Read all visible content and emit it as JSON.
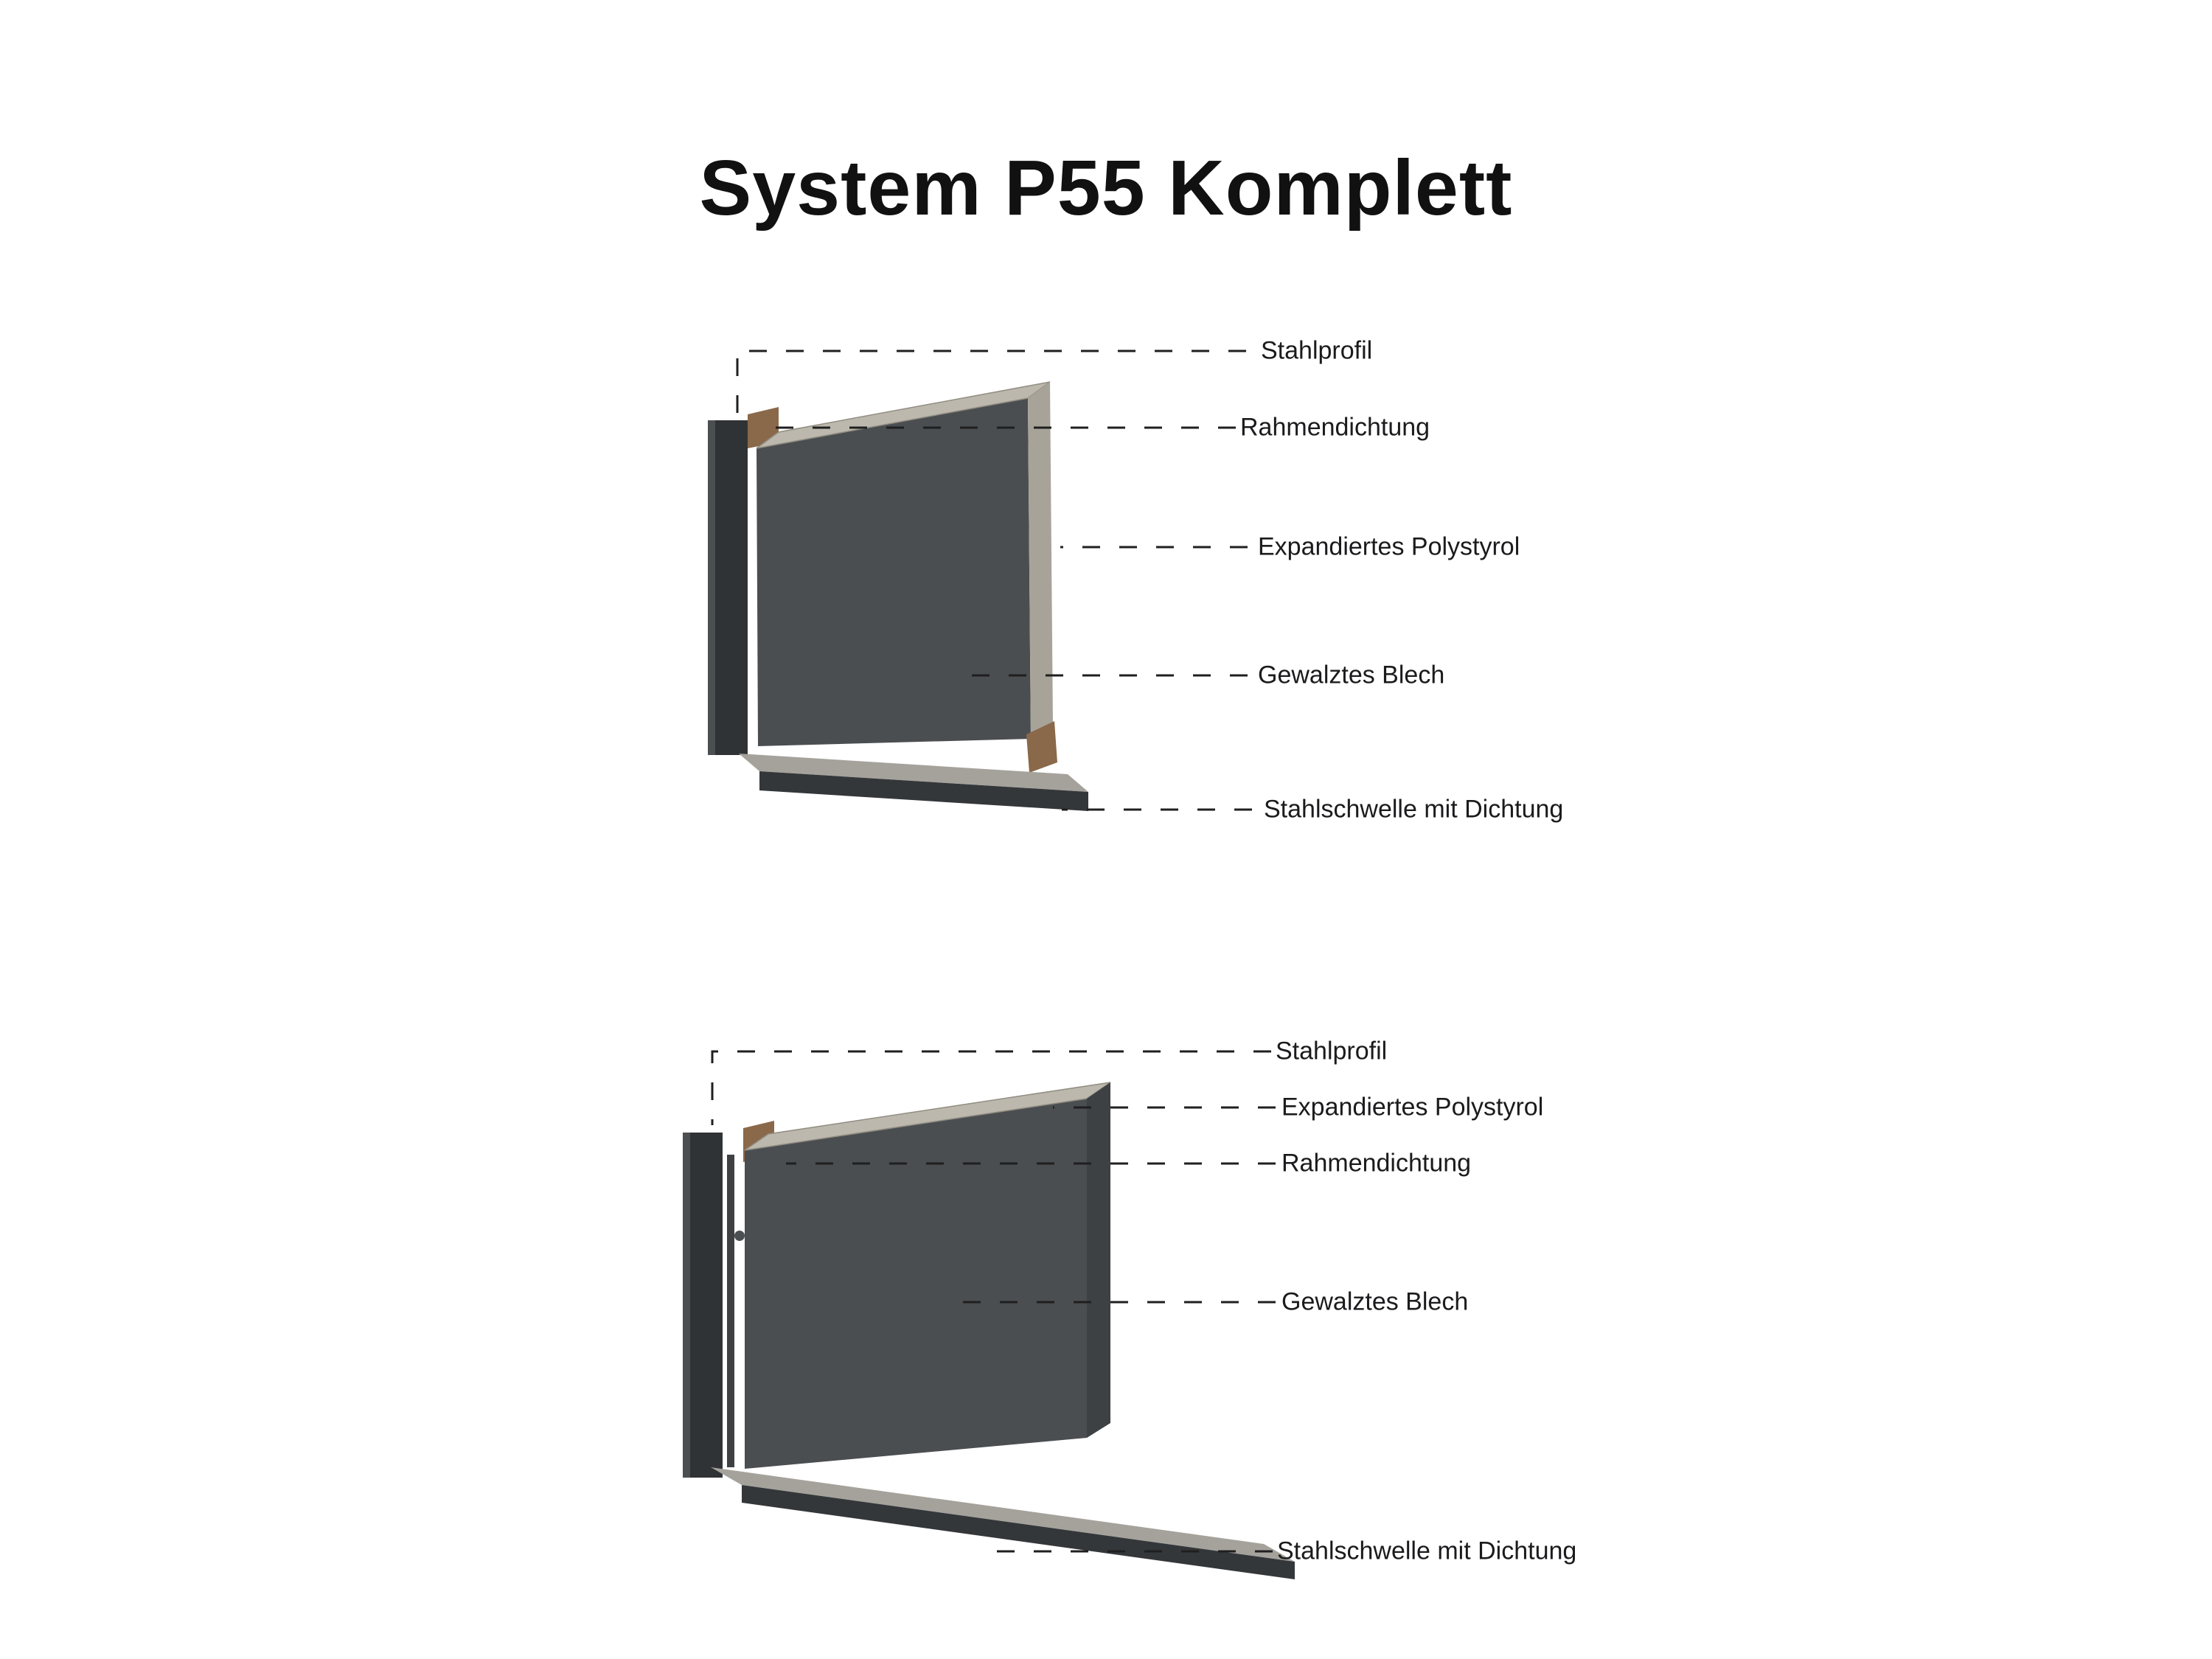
{
  "title": "System P55 Komplett",
  "colors": {
    "line": "#1f1f1f",
    "steel_profile": "#303335",
    "steel_highlight": "#4b4f52",
    "panel_face": "#4b4e51",
    "panel_edge": "#3e4143",
    "eps_core": "#bdb8ad",
    "eps_shade": "#a8a399",
    "wood_block": "#8a684a",
    "sill_top": "#a5a29c",
    "sill_body": "#34373a"
  },
  "diagram_top": {
    "labels": [
      "Stahlprofil",
      "Rahmendichtung",
      "Expandiertes Polystyrol",
      "Gewalztes Blech",
      "Stahlschwelle mit Dichtung"
    ]
  },
  "diagram_bottom": {
    "labels": [
      "Stahlprofil",
      "Expandiertes Polystyrol",
      "Rahmendichtung",
      "Gewalztes Blech",
      "Stahlschwelle mit Dichtung"
    ]
  }
}
